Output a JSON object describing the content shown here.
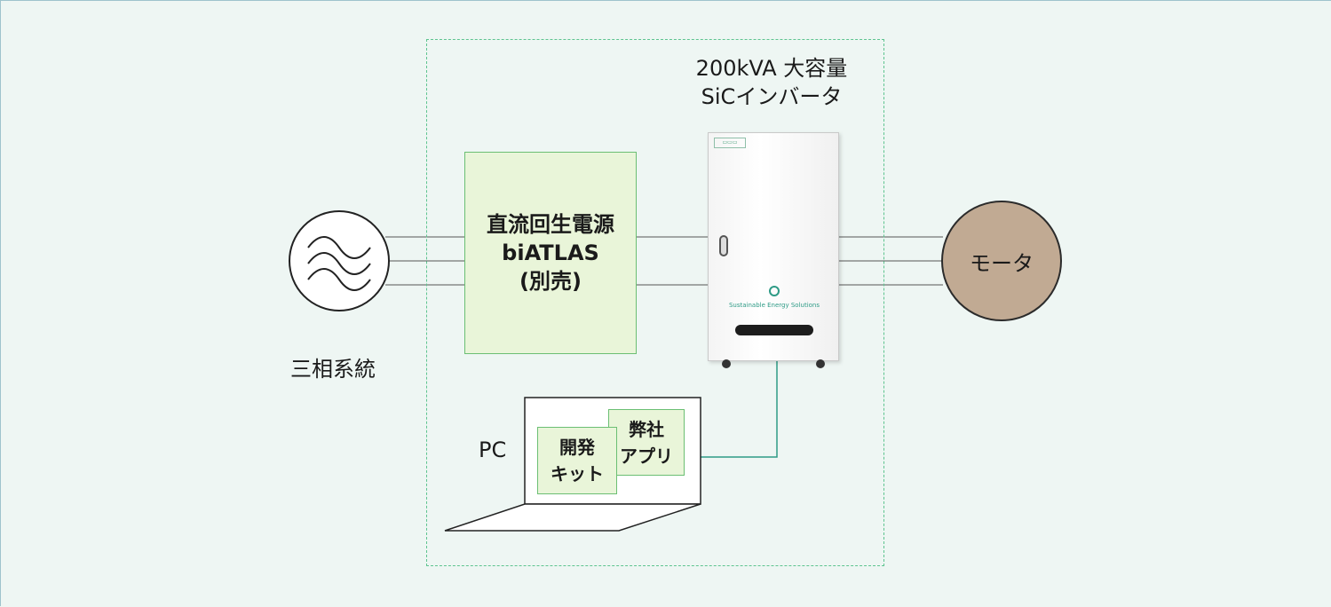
{
  "grid": {
    "label": "三相系統"
  },
  "power_supply": {
    "line1": "直流回生電源",
    "line2": "biATLAS",
    "line3": "(別売)"
  },
  "inverter": {
    "title_line1": "200kVA 大容量",
    "title_line2": "SiCインバータ",
    "tagline": "Sustainable Energy Solutions"
  },
  "motor": {
    "label": "モータ"
  },
  "pc": {
    "label": "PC",
    "dev_kit": {
      "line1": "開発",
      "line2": "キット"
    },
    "company_app": {
      "line1": "弊社",
      "line2": "アプリ"
    }
  },
  "colors": {
    "background": "#eef6f3",
    "dashed_frame": "#5dc48f",
    "box_fill": "#e9f5d9",
    "box_border": "#6bbf73",
    "motor_fill": "#c1aa93",
    "signal_line": "#2e9b86"
  }
}
